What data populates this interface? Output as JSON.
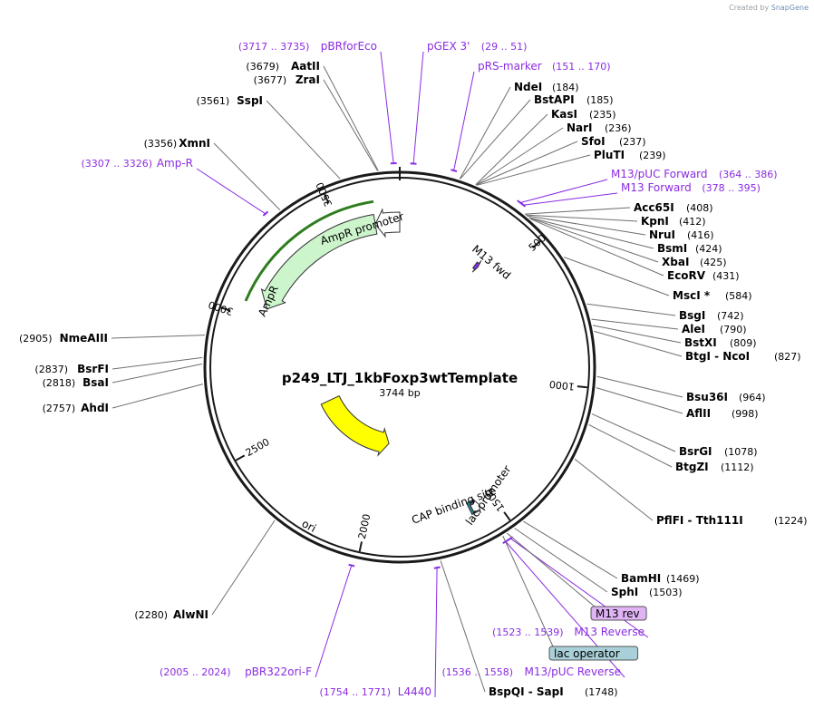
{
  "watermark": {
    "prefix": "Created by",
    "brand": "SnapGene"
  },
  "plasmid": {
    "name": "p249_LTJ_1kbFoxp3wtTemplate",
    "length_label": "3744 bp",
    "length_bp": 3744
  },
  "tick_labels": [
    "500",
    "1000",
    "1500",
    "2000",
    "2500",
    "3000",
    "3500"
  ],
  "features": [
    {
      "name": "AmpR",
      "start": 3643,
      "end": 3054,
      "color": "#ccf5cc",
      "type": "arrow"
    },
    {
      "name": "AmpR promoter",
      "start": 3744,
      "end": 3643,
      "color": "#ffffff",
      "type": "arrow"
    },
    {
      "name": "ori",
      "start": 2545,
      "end": 1956,
      "color": "#ffff00",
      "type": "arrow"
    },
    {
      "name": "CAP binding site",
      "start": 1600,
      "end": 1575,
      "color": "#2a7f8f",
      "type": "box"
    },
    {
      "name": "lac promoter",
      "start": 1590,
      "end": 1560,
      "color": "#ffffff",
      "type": "arrow"
    },
    {
      "name": "M13 fwd",
      "start": 378,
      "end": 395,
      "color": "#8a2be2",
      "type": "arrow"
    }
  ],
  "site_labels_left": [
    {
      "name": "AatII",
      "pos": "(3679)"
    },
    {
      "name": "ZraI",
      "pos": "(3677)"
    },
    {
      "name": "SspI",
      "pos": "(3561)"
    },
    {
      "name": "XmnI",
      "pos": "(3356)"
    },
    {
      "name": "NmeAIII",
      "pos": "(2905)"
    },
    {
      "name": "BsrFI",
      "pos": "(2837)"
    },
    {
      "name": "BsaI",
      "pos": "(2818)"
    },
    {
      "name": "AhdI",
      "pos": "(2757)"
    },
    {
      "name": "AlwNI",
      "pos": "(2280)"
    }
  ],
  "site_labels_right": [
    {
      "name": "NdeI",
      "pos": "(184)"
    },
    {
      "name": "BstAPI",
      "pos": "(185)"
    },
    {
      "name": "KasI",
      "pos": "(235)"
    },
    {
      "name": "NarI",
      "pos": "(236)"
    },
    {
      "name": "SfoI",
      "pos": "(237)"
    },
    {
      "name": "PluTI",
      "pos": "(239)"
    },
    {
      "name": "Acc65I",
      "pos": "(408)"
    },
    {
      "name": "KpnI",
      "pos": "(412)"
    },
    {
      "name": "NruI",
      "pos": "(416)"
    },
    {
      "name": "BsmI",
      "pos": "(424)"
    },
    {
      "name": "XbaI",
      "pos": "(425)"
    },
    {
      "name": "EcoRV",
      "pos": "(431)"
    },
    {
      "name": "MscI *",
      "pos": "(584)"
    },
    {
      "name": "BsgI",
      "pos": "(742)"
    },
    {
      "name": "AleI",
      "pos": "(790)"
    },
    {
      "name": "BstXI",
      "pos": "(809)"
    },
    {
      "name": "BtgI - NcoI",
      "pos": "(827)"
    },
    {
      "name": "Bsu36I",
      "pos": "(964)"
    },
    {
      "name": "AflII",
      "pos": "(998)"
    },
    {
      "name": "BsrGI",
      "pos": "(1078)"
    },
    {
      "name": "BtgZI",
      "pos": "(1112)"
    },
    {
      "name": "PflFI - Tth111I",
      "pos": "(1224)"
    },
    {
      "name": "BamHI",
      "pos": "(1469)"
    },
    {
      "name": "SphI",
      "pos": "(1503)"
    },
    {
      "name": "BspQI - SapI",
      "pos": "(1748)"
    }
  ],
  "primers": [
    {
      "name": "pBRforEco",
      "range": "(3717 .. 3735)"
    },
    {
      "name": "pGEX 3'",
      "range": "(29 .. 51)"
    },
    {
      "name": "pRS-marker",
      "range": "(151 .. 170)"
    },
    {
      "name": "M13/pUC Forward",
      "range": "(364 .. 386)"
    },
    {
      "name": "M13 Forward",
      "range": "(378 .. 395)"
    },
    {
      "name": "Amp-R",
      "range": "(3307 .. 3326)"
    },
    {
      "name": "M13 Reverse",
      "range": "(1523 .. 1539)"
    },
    {
      "name": "M13/pUC Reverse",
      "range": "(1536 .. 1558)"
    },
    {
      "name": "L4440",
      "range": "(1754 .. 1771)"
    },
    {
      "name": "pBR322ori-F",
      "range": "(2005 .. 2024)"
    }
  ],
  "boxed_labels": [
    {
      "name": "M13 rev",
      "color": "#e0b3f5"
    },
    {
      "name": "lac operator",
      "color": "#a9cfd8"
    }
  ],
  "colors": {
    "backbone": "#1a1a1a",
    "primer": "#8a2be2",
    "site_line": "#6f6f6f"
  }
}
